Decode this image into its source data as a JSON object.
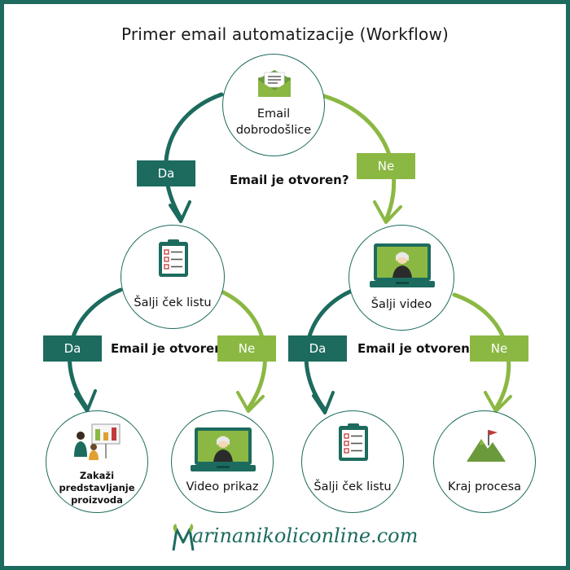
{
  "title": "Primer email automatizacije (Workflow)",
  "colors": {
    "dark_green": "#1c6b5e",
    "light_green": "#8bb843",
    "text": "#111111"
  },
  "nodes": {
    "start": {
      "label_line1": "Email",
      "label_line2": "dobrodošlice",
      "icon": "envelope-icon"
    },
    "checklist": {
      "label": "Šalji ček listu",
      "icon": "clipboard-checklist-icon"
    },
    "video": {
      "label": "Šalji video",
      "icon": "laptop-video-icon"
    },
    "presentation": {
      "label_line1": "Zakaži",
      "label_line2": "predstavljanje",
      "label_line3": "proizvoda",
      "icon": "presentation-meeting-icon"
    },
    "video_show": {
      "label": "Video prikaz",
      "icon": "laptop-video-icon"
    },
    "checklist2": {
      "label": "Šalji ček listu",
      "icon": "clipboard-checklist-icon"
    },
    "end": {
      "label": "Kraj procesa",
      "icon": "mountain-flag-icon"
    }
  },
  "questions": {
    "q1": "Email je otvoren?",
    "q2": "Email je otvoren?",
    "q3": "Email je otvoren?"
  },
  "tags": {
    "yes": "Da",
    "no": "Ne"
  },
  "brand": {
    "text": "Marinanikolic online.com",
    "display": "arinanikoliconline.com",
    "initial": "M"
  }
}
